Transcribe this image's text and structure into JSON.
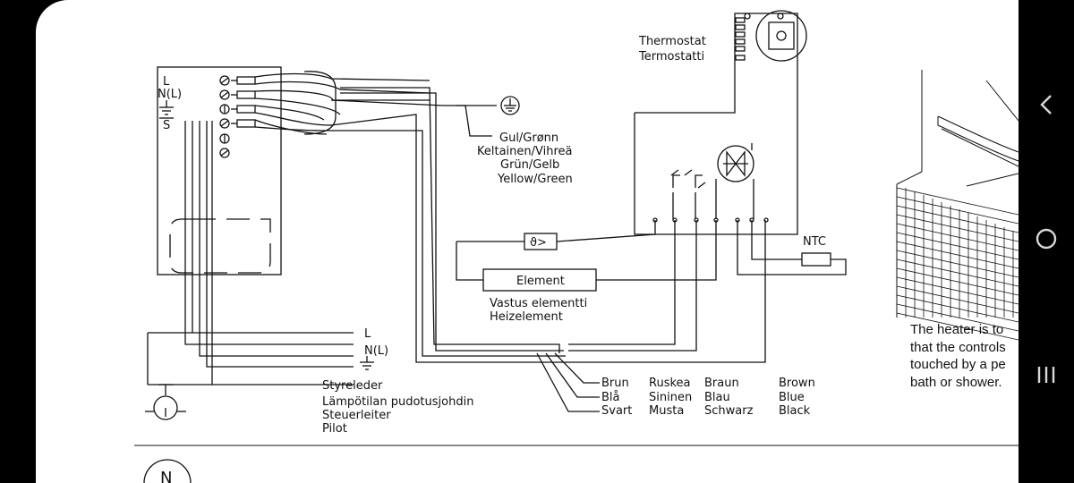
{
  "terminal_labels": [
    "L",
    "N(L)",
    "S"
  ],
  "thermostat": {
    "line1": "Thermostat",
    "line2": "Termostatti"
  },
  "earth_wire": [
    "Gul/Grønn",
    "Keltainen/Vihreä",
    "Grün/Gelb",
    "Yellow/Green"
  ],
  "ntc_label": "NTC",
  "element": {
    "label": "Element",
    "sub1": "Vastus elementti",
    "sub2": "Heizelement"
  },
  "mains": {
    "l": "L",
    "n": "N(L)"
  },
  "pilot": [
    "Styreleder",
    "Lämpötilan pudotusjohdin",
    "Steuerleiter",
    "Pilot"
  ],
  "wire_colors": {
    "rows": [
      [
        "Brun",
        "Ruskea",
        "Braun",
        "Brown"
      ],
      [
        "Blå",
        "Sininen",
        "Blau",
        "Blue"
      ],
      [
        "Svart",
        "Musta",
        "Schwarz",
        "Black"
      ]
    ]
  },
  "circle_letter": "N",
  "caption": [
    "The heater is to",
    "that the controls",
    "touched by a pe",
    "bath or shower."
  ],
  "nav": {
    "back_icon": "chevron-left-icon",
    "home_icon": "circle-home-icon",
    "recents_icon": "recents-bars-icon"
  }
}
